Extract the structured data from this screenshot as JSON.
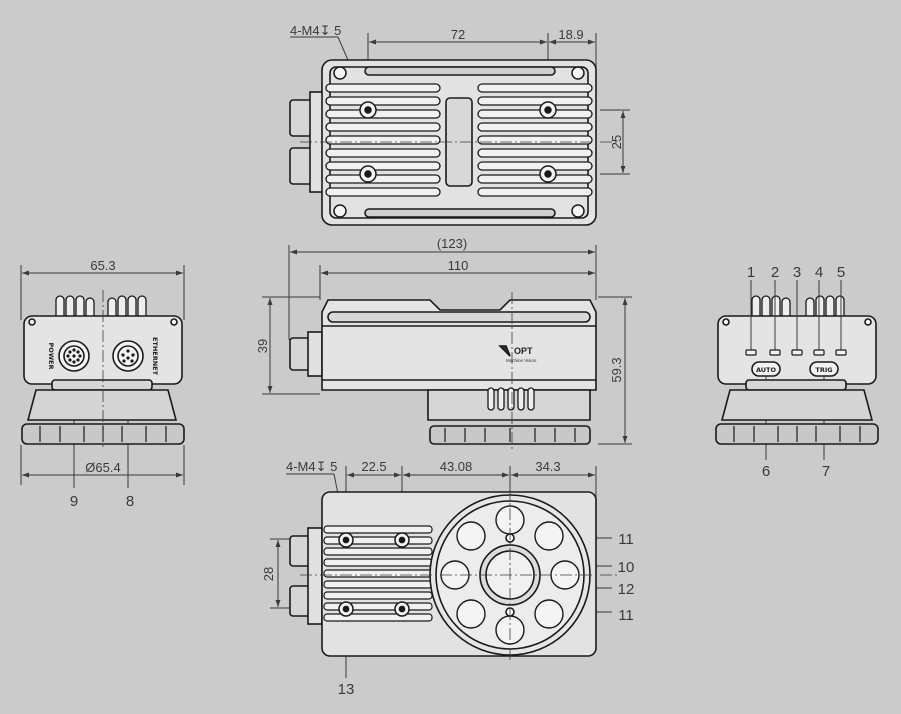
{
  "top_view": {
    "thread_spec": "4-M4↧ 5",
    "dim_hole_spacing": "72",
    "dim_edge_offset": "18.9",
    "dim_height_spacing": "25"
  },
  "side_view": {
    "dim_total_length": "(123)",
    "dim_body_length": "110",
    "dim_body_height": "39",
    "dim_total_height": "59.3",
    "brand": "OPT",
    "brand_tagline": "Machine Vision"
  },
  "left_view": {
    "dim_width": "65.3",
    "dim_diameter": "Ø65.4",
    "label_left_connector": "POWER",
    "label_right_connector": "ETHERNET"
  },
  "right_view": {
    "button_auto": "AUTO",
    "button_trig": "TRIG"
  },
  "bottom_view": {
    "thread_spec": "4-M4↧ 5",
    "dim_a": "22.5",
    "dim_b": "43.08",
    "dim_c": "34.3",
    "dim_d": "28"
  },
  "callouts": [
    "1",
    "2",
    "3",
    "4",
    "5",
    "6",
    "7",
    "8",
    "9",
    "10",
    "11",
    "11",
    "12",
    "13"
  ],
  "colors": {
    "background": "#cbcbcb",
    "outline": "#1a1a1a",
    "dimension": "#3a3a3a"
  }
}
